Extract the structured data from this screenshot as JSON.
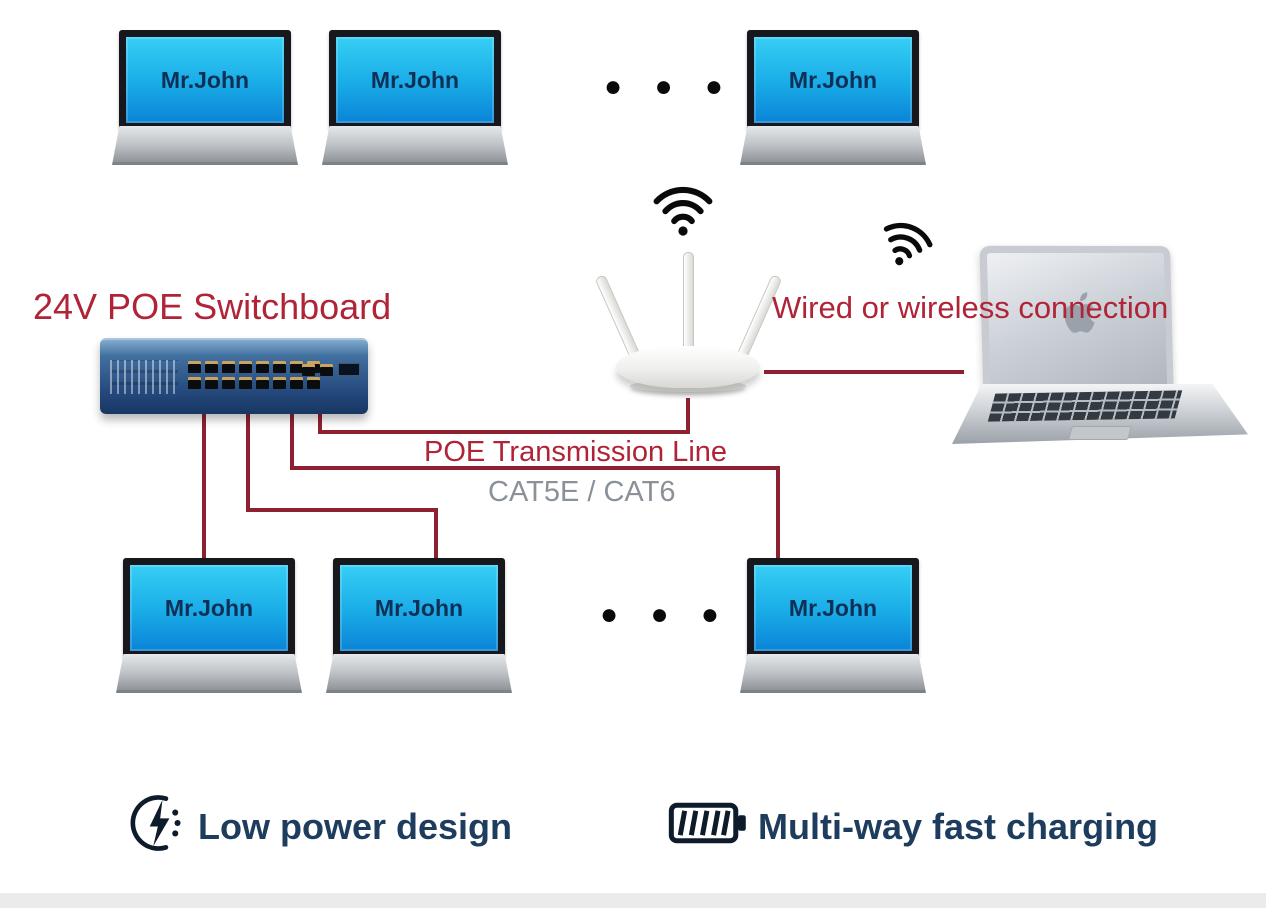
{
  "labels": {
    "switchboard": "24V POE Switchboard",
    "connection": "Wired or wireless connection",
    "transmission_line": "POE Transmission Line",
    "cable_type": "CAT5E / CAT6",
    "ellipsis": "● ● ●"
  },
  "devices": {
    "screen_text": "Mr.John",
    "top_row_count": 3,
    "bottom_row_count": 3
  },
  "features": [
    {
      "icon": "low-power-icon",
      "label": "Low power design"
    },
    {
      "icon": "multi-way-charging-icon",
      "label": "Multi-way fast charging"
    }
  ],
  "icons": {
    "above_router": "wifi-icon",
    "near_laptop": "wifi-icon"
  },
  "colors": {
    "accent_red": "#b02437",
    "line_red": "#8e2130",
    "navy_text": "#1d3c5e",
    "screen_blue_top": "#36cff5",
    "screen_blue_bottom": "#0b83d6",
    "cable_gray": "#8b9198"
  }
}
